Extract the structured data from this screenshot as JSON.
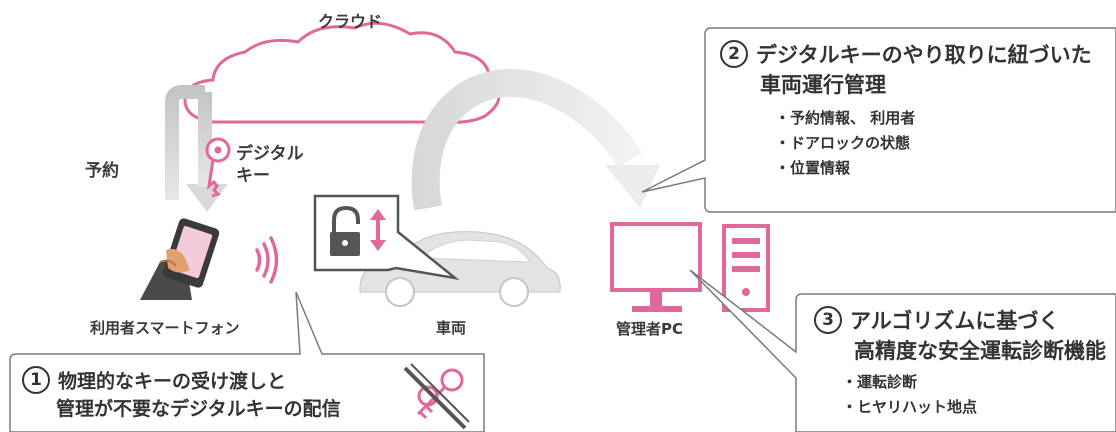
{
  "labels": {
    "cloud": "クラウド",
    "reservation": "予約",
    "digital_key_line1": "デジタル",
    "digital_key_line2": "キー",
    "smartphone": "利用者スマートフォン",
    "vehicle": "車両",
    "admin_pc": "管理者PC"
  },
  "callout1": {
    "number": "1",
    "line1": "物理的なキーの受け渡しと",
    "line2": "管理が不要なデジタルキーの配信"
  },
  "callout2": {
    "number": "2",
    "line1": "デジタルキーのやり取りに紐づいた",
    "line2": "車両運行管理",
    "bullets": [
      "・予約情報、 利用者",
      "・ドアロックの状態",
      "・位置情報"
    ]
  },
  "callout3": {
    "number": "3",
    "line1": "アルゴリズムに基づく",
    "line2": "高精度な安全運転診断機能",
    "bullets": [
      "・運転診断",
      "・ヒヤリハット地点"
    ]
  },
  "colors": {
    "accent": "#e0689a",
    "gray": "#cfcfcf",
    "text": "#3a3a3a"
  },
  "icons": [
    "cloud-icon",
    "key-icon",
    "smartphone-hand-icon",
    "signal-icon",
    "padlock-icon",
    "car-icon",
    "computer-icon",
    "no-key-icon"
  ]
}
